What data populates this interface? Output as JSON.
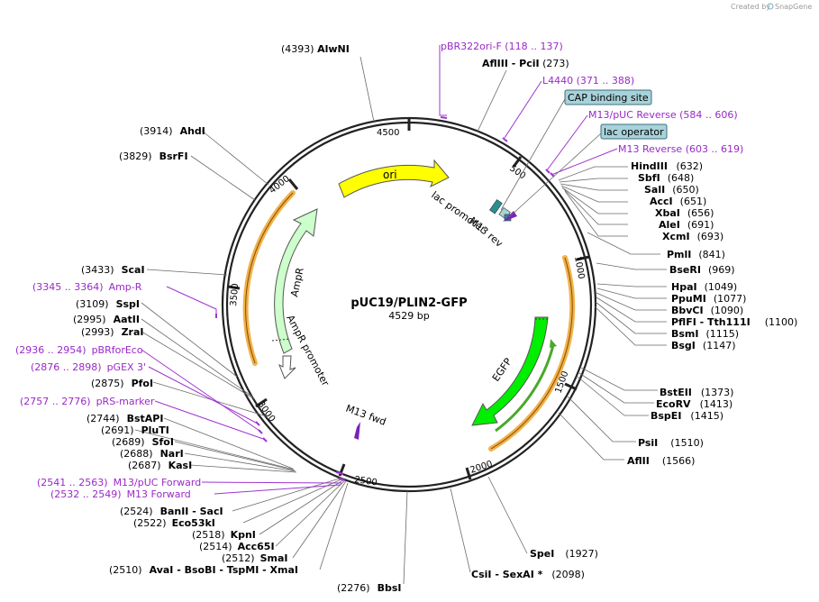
{
  "header": {
    "created_by": "Created by",
    "brand": "SnapGene"
  },
  "plasmid": {
    "name": "pUC19/PLIN2-GFP",
    "length": "4529 bp"
  },
  "backbone_ticks": [
    "500",
    "1000",
    "1500",
    "2000",
    "2500",
    "3000",
    "3500",
    "4000",
    "4500"
  ],
  "features": {
    "ori": "ori",
    "ampr": "AmpR",
    "ampr_promoter": "AmpR promoter",
    "lac_promoter": "lac promoter",
    "m13_rev": "M13 rev",
    "egfp": "EGFP",
    "m13_fwd": "M13 fwd"
  },
  "feature_boxes": {
    "cap": "CAP binding site",
    "lac_operator": "lac operator"
  },
  "primer_labels": [
    {
      "name": "pBR322ori-F",
      "range": "(118 .. 137)"
    },
    {
      "name": "L4440",
      "range": "(371 .. 388)"
    },
    {
      "name": "M13/pUC Reverse",
      "range": "(584 .. 606)"
    },
    {
      "name": "M13 Reverse",
      "range": "(603 .. 619)"
    },
    {
      "name": "Amp-R",
      "range": "(3345 .. 3364)"
    },
    {
      "name": "pBRforEco",
      "range": "(2936 .. 2954)"
    },
    {
      "name": "pGEX 3'",
      "range": "(2876 .. 2898)"
    },
    {
      "name": "pRS-marker",
      "range": "(2757 .. 2776)"
    },
    {
      "name": "M13/pUC Forward",
      "range": "(2541 .. 2563)"
    },
    {
      "name": "M13 Forward",
      "range": "(2532 .. 2549)"
    }
  ],
  "sites_right": [
    {
      "name": "HindIII",
      "pos": "(632)"
    },
    {
      "name": "SbfI",
      "pos": "(648)"
    },
    {
      "name": "SalI",
      "pos": "(650)"
    },
    {
      "name": "AccI",
      "pos": "(651)"
    },
    {
      "name": "XbaI",
      "pos": "(656)"
    },
    {
      "name": "AleI",
      "pos": "(691)"
    },
    {
      "name": "XcmI",
      "pos": "(693)"
    },
    {
      "name": "PmlI",
      "pos": "(841)"
    },
    {
      "name": "BseRI",
      "pos": "(969)"
    },
    {
      "name": "HpaI",
      "pos": "(1049)"
    },
    {
      "name": "PpuMI",
      "pos": "(1077)"
    },
    {
      "name": "BbvCI",
      "pos": "(1090)"
    },
    {
      "name": "PflFI - Tth111I",
      "pos": "(1100)"
    },
    {
      "name": "BsmI",
      "pos": "(1115)"
    },
    {
      "name": "BsgI",
      "pos": "(1147)"
    },
    {
      "name": "BstEII",
      "pos": "(1373)"
    },
    {
      "name": "EcoRV",
      "pos": "(1413)"
    },
    {
      "name": "BspEI",
      "pos": "(1415)"
    },
    {
      "name": "PsiI",
      "pos": "(1510)"
    },
    {
      "name": "AflII",
      "pos": "(1566)"
    }
  ],
  "sites_top": [
    {
      "name": "AlwNI",
      "pos": "(4393)"
    },
    {
      "name": "AflIII - PciI",
      "pos": "(273)"
    }
  ],
  "sites_bottom": [
    {
      "name": "SpeI",
      "pos": "(1927)"
    },
    {
      "name": "CsiI - SexAI *",
      "pos": "(2098)"
    },
    {
      "name": "BbsI",
      "pos": "(2276)"
    }
  ],
  "sites_left": [
    {
      "name": "AhdI",
      "pos": "(3914)"
    },
    {
      "name": "BsrFI",
      "pos": "(3829)"
    },
    {
      "name": "ScaI",
      "pos": "(3433)"
    },
    {
      "name": "SspI",
      "pos": "(3109)"
    },
    {
      "name": "AatII",
      "pos": "(2995)"
    },
    {
      "name": "ZraI",
      "pos": "(2993)"
    },
    {
      "name": "PfoI",
      "pos": "(2875)"
    },
    {
      "name": "BstAPI",
      "pos": "(2744)"
    },
    {
      "name": "PluTI",
      "pos": "(2691)"
    },
    {
      "name": "SfoI",
      "pos": "(2689)"
    },
    {
      "name": "NarI",
      "pos": "(2688)"
    },
    {
      "name": "KasI",
      "pos": "(2687)"
    },
    {
      "name": "BanII - SacI",
      "pos": "(2524)"
    },
    {
      "name": "Eco53kI",
      "pos": "(2522)"
    },
    {
      "name": "KpnI",
      "pos": "(2518)"
    },
    {
      "name": "Acc65I",
      "pos": "(2514)"
    },
    {
      "name": "SmaI",
      "pos": "(2512)"
    },
    {
      "name": "AvaI - BsoBI - TspMI - XmaI",
      "pos": "(2510)"
    }
  ],
  "colors": {
    "ori": "#ffff00",
    "ampr": "#ccffcc",
    "egfp": "#00ee00",
    "primer": "#a034d0",
    "primer_text": "#9a28c8",
    "orange_outline": "#f0b24a",
    "box_fill": "#a8d2da",
    "lac_promoter": "#2a8f8f",
    "backbone": "#222222"
  }
}
